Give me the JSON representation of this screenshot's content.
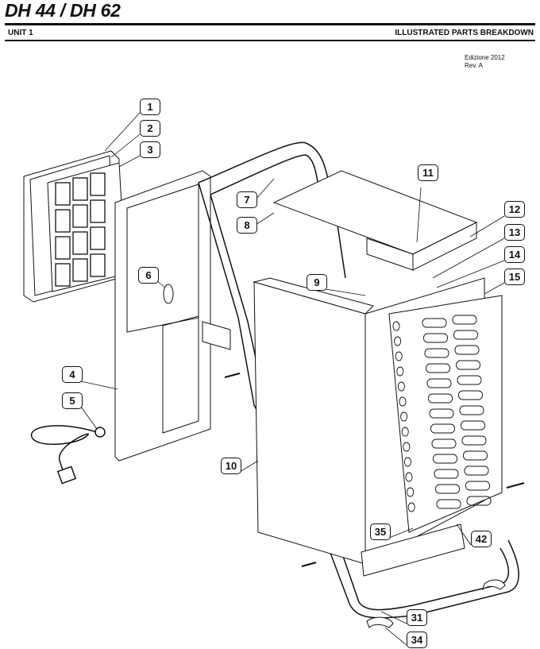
{
  "header": {
    "title": "DH 44 / DH 62",
    "unit": "UNIT 1",
    "section": "ILLUSTRATED PARTS BREAKDOWN",
    "edition": "Edizione 2012",
    "revision": "Rev. A"
  },
  "callouts": [
    "1",
    "2",
    "3",
    "4",
    "5",
    "6",
    "7",
    "8",
    "9",
    "10",
    "11",
    "12",
    "13",
    "14",
    "15",
    "31",
    "34",
    "35",
    "42"
  ]
}
